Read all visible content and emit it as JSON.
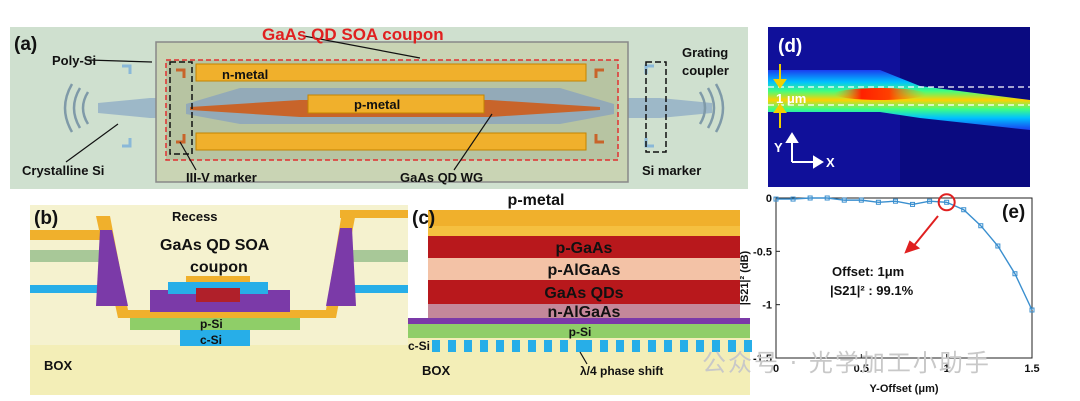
{
  "panel_a": {
    "label": "(a)",
    "title": "GaAs QD SOA coupon",
    "poly_si": "Poly-Si",
    "n_metal": "n-metal",
    "p_metal": "p-metal",
    "grating_coupler": [
      "Grating",
      "coupler"
    ],
    "crystalline_si": "Crystalline Si",
    "iii_v_marker": "III-V marker",
    "waveguide": "GaAs QD WG",
    "si_marker": "Si marker"
  },
  "panel_b": {
    "label": "(b)",
    "recess": "Recess",
    "coupon": [
      "GaAs QD SOA",
      "coupon"
    ],
    "p_si": "p-Si",
    "c_si": "c-Si",
    "box": "BOX"
  },
  "panel_c": {
    "label": "(c)",
    "layers": [
      "p-metal",
      "p-GaAs",
      "p-AlGaAs",
      "GaAs QDs",
      "n-AlGaAs",
      "p-Si"
    ],
    "c_si": "c-Si",
    "box": "BOX",
    "phase_shift": "λ/4 phase shift"
  },
  "panel_d": {
    "label": "(d)",
    "offset_label": "1 μm",
    "axis_y": "Y",
    "axis_x": "X"
  },
  "panel_e": {
    "label": "(e)",
    "annotation": [
      "Offset: 1μm",
      "|S21|² : 99.1%"
    ]
  },
  "watermark": "公众号 · 光学加工小助手",
  "chart_data": {
    "type": "line",
    "xlabel": "Y-Offset (μm)",
    "ylabel": "|S21|² (dB)",
    "xlim": [
      0,
      1.5
    ],
    "ylim": [
      -1.5,
      0
    ],
    "xticks": [
      "0",
      "0.5",
      "1",
      "1.5"
    ],
    "yticks": [
      "0",
      "-0.5",
      "-1",
      "-1.5"
    ],
    "grid": false,
    "x": [
      0,
      0.1,
      0.2,
      0.3,
      0.4,
      0.5,
      0.6,
      0.7,
      0.8,
      0.9,
      1.0,
      1.1,
      1.2,
      1.3,
      1.4,
      1.5
    ],
    "y": [
      -0.01,
      -0.01,
      0.0,
      0.0,
      -0.02,
      -0.02,
      -0.04,
      -0.03,
      -0.06,
      -0.03,
      -0.04,
      -0.11,
      -0.26,
      -0.45,
      -0.71,
      -1.05
    ],
    "color": "#3a8fcf",
    "highlight": {
      "x": 1.0,
      "y": -0.04,
      "color": "#e02020"
    }
  }
}
